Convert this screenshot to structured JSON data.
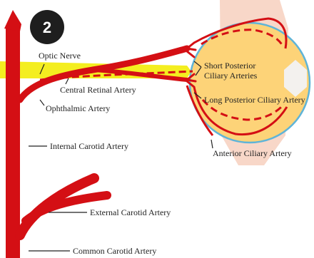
{
  "badge": "2",
  "labels": {
    "optic_nerve": "Optic Nerve",
    "central_retinal_artery": "Central Retinal Artery",
    "ophthalmic_artery": "Ophthalmic Artery",
    "short_posterior_1": "Short Posterior",
    "short_posterior_2": "Ciliary Arteries",
    "long_posterior": "Long Posterior Ciliary Artery",
    "anterior_ciliary": "Anterior Ciliary Artery",
    "internal_carotid": "Internal Carotid Artery",
    "external_carotid": "External Carotid Artery",
    "common_carotid": "Common Carotid Artery"
  },
  "colors": {
    "artery": "#d40f14",
    "globe_fill": "#fdd378",
    "globe_outline": "#5fb4d8",
    "optic_nerve": "#f4ee20",
    "muscle": "#f8d7c8",
    "lens": "#f3f1ee",
    "badge": "#1e1e1e"
  }
}
